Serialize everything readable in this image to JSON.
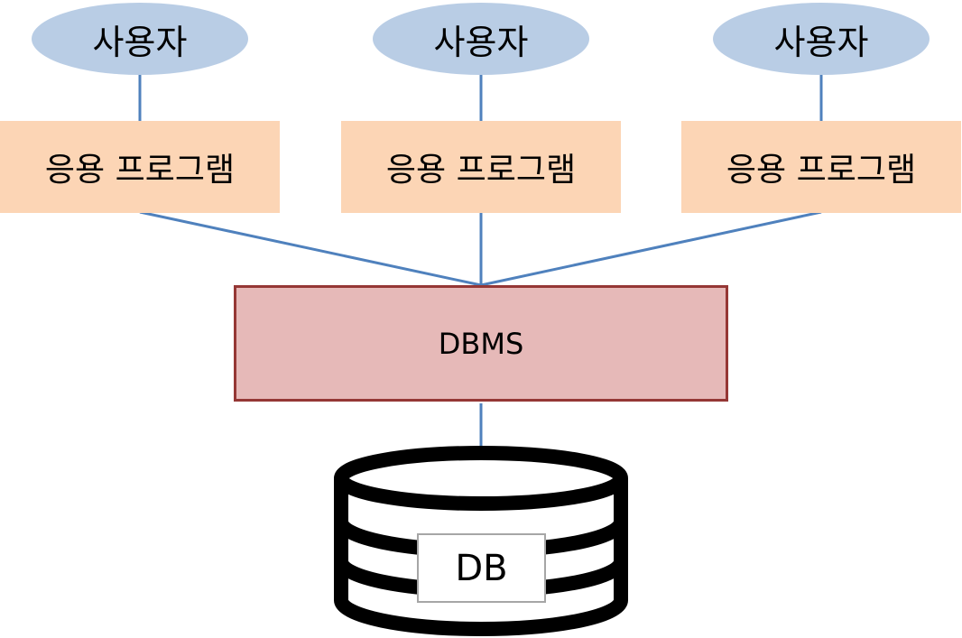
{
  "users": [
    {
      "label": "사용자"
    },
    {
      "label": "사용자"
    },
    {
      "label": "사용자"
    }
  ],
  "apps": [
    {
      "label": "응용 프로그램"
    },
    {
      "label": "응용 프로그램"
    },
    {
      "label": "응용 프로그램"
    }
  ],
  "dbms": {
    "label": "DBMS"
  },
  "db": {
    "label": "DB"
  },
  "colors": {
    "user_fill": "#b9cde5",
    "app_fill": "#fcd5b5",
    "dbms_fill": "#e6b9b8",
    "dbms_border": "#953735",
    "connector": "#4f81bd",
    "cylinder": "#000000"
  }
}
